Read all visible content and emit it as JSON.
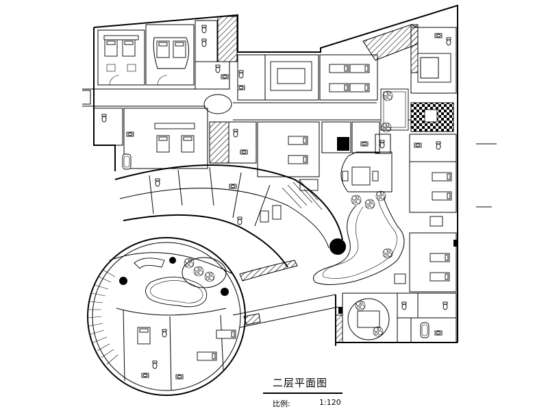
{
  "drawing": {
    "title": "二层平面图",
    "scale_label": "比例:",
    "scale_value": "1:120"
  }
}
